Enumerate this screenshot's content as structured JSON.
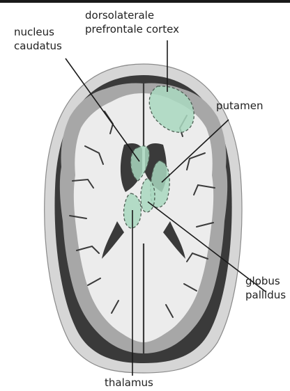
{
  "labels": {
    "dlpfc_line1": "dorsolaterale",
    "dlpfc_line2": "prefrontale cortex",
    "caudate_line1": "nucleus",
    "caudate_line2": "caudatus",
    "putamen": "putamen",
    "pallidus_line1": "globus",
    "pallidus_line2": "pallidus",
    "thalamus": "thalamus"
  },
  "colors": {
    "skull": "#d6d6d6",
    "csf": "#3a3a3a",
    "grey_matter": "#a7a7a7",
    "white_matter": "#ececec",
    "highlight": "#a9d8bf",
    "highlight_stroke": "#4b5d52"
  }
}
